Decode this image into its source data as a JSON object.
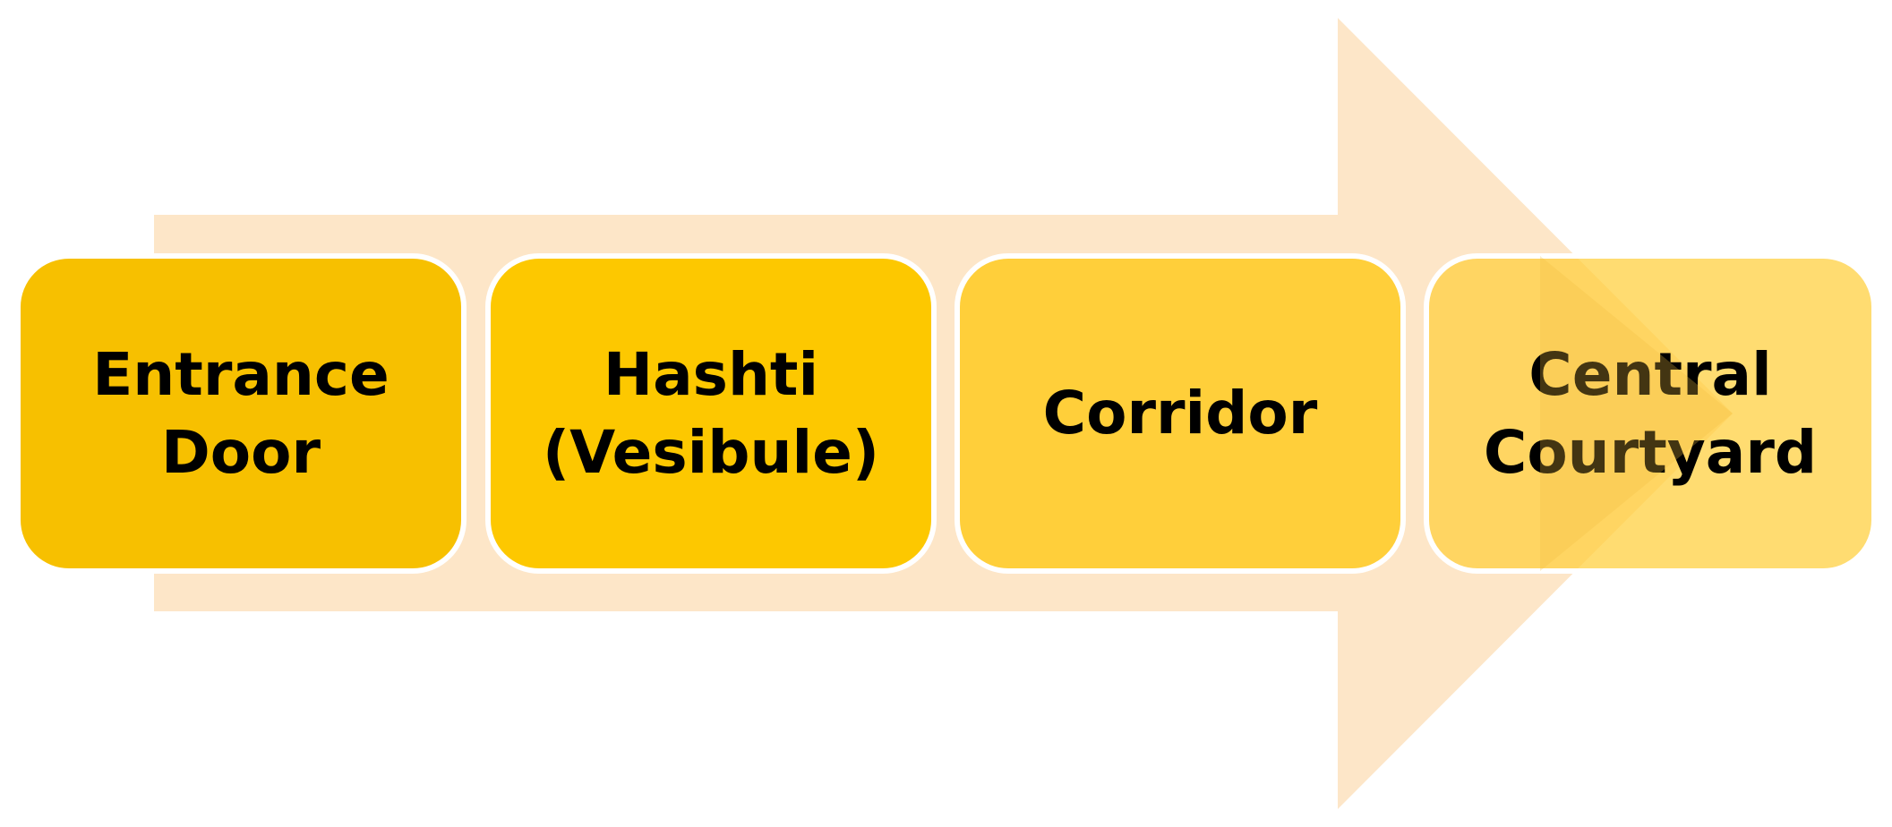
{
  "diagram": {
    "arrow_color": "#fde6c8",
    "steps": [
      {
        "label": "Entrance\nDoor",
        "color": "#f7c000"
      },
      {
        "label": "Hashti\n(Vesibule)",
        "color": "#fdc800"
      },
      {
        "label": "Corridor",
        "color": "#ffcf3a"
      },
      {
        "label": "Central\nCourtyard",
        "color": "#ffdb70"
      }
    ]
  }
}
